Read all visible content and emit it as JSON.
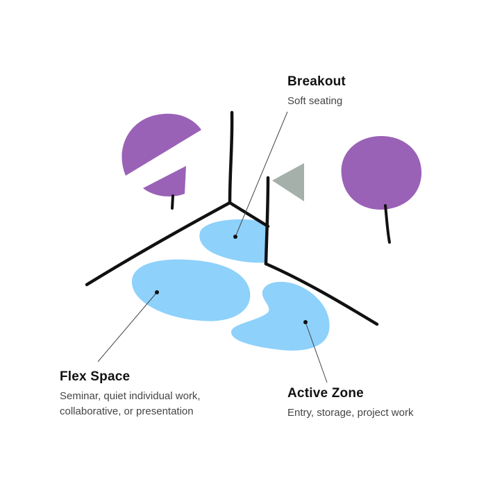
{
  "zones": [
    {
      "title": "Breakout",
      "description": "Soft seating"
    },
    {
      "title": "Flex Space",
      "description": "Seminar, quiet individual work, collaborative, or presentation"
    },
    {
      "title": "Active Zone",
      "description": "Entry, storage, project work"
    }
  ],
  "colors": {
    "zone_fill": "#8ed1fb",
    "tree_canopy": "#9a62b7",
    "flag": "#a4b0a9",
    "ink": "#111111",
    "leader_line": "#444444"
  },
  "icons": [
    "tree-icon",
    "flag-icon"
  ]
}
